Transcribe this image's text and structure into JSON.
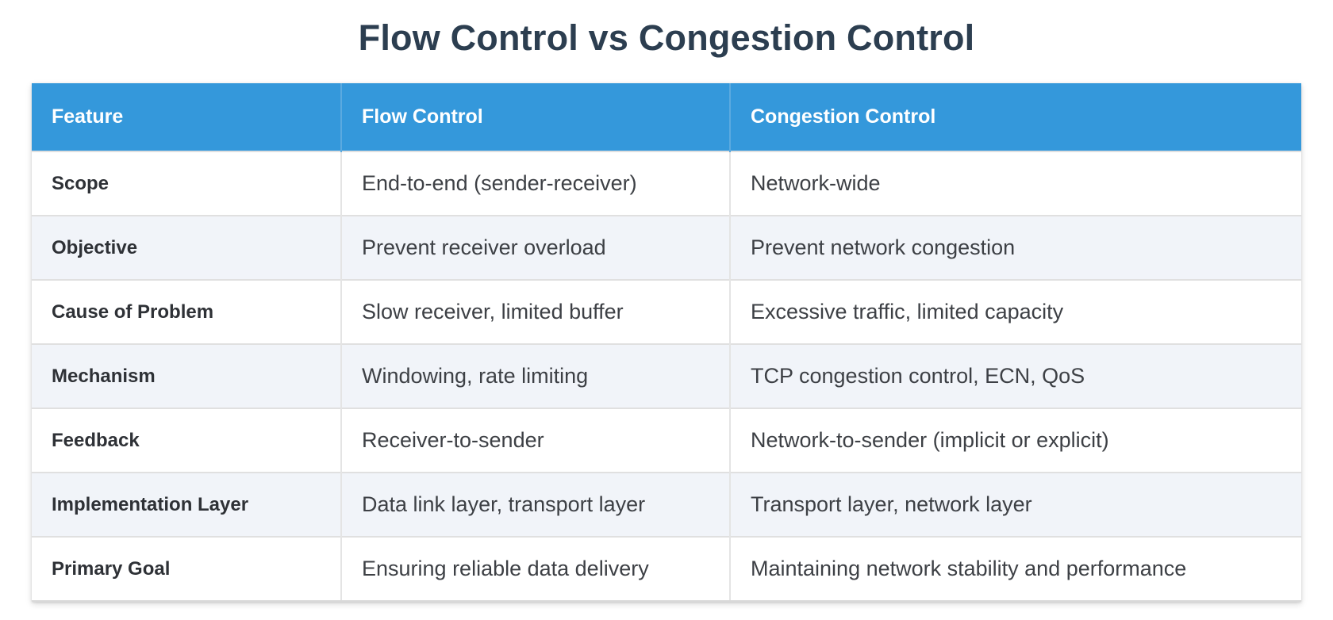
{
  "page_title": "Flow Control vs Congestion Control",
  "colors": {
    "header_background": "#3498db",
    "header_divider": "#5baae0",
    "header_text": "#ffffff",
    "title_text": "#2c3e50",
    "body_text": "#3d4045",
    "feature_column_text": "#2e3136",
    "row_stripe_background": "#f1f4f9",
    "row_default_background": "#ffffff",
    "grid_line": "#e0e0e0"
  },
  "chart_data": {
    "type": "table",
    "title": "Flow Control vs Congestion Control",
    "columns": [
      "Feature",
      "Flow Control",
      "Congestion Control"
    ],
    "rows": [
      [
        "Scope",
        "End-to-end (sender-receiver)",
        "Network-wide"
      ],
      [
        "Objective",
        "Prevent receiver overload",
        "Prevent network congestion"
      ],
      [
        "Cause of Problem",
        "Slow receiver, limited buffer",
        "Excessive traffic, limited capacity"
      ],
      [
        "Mechanism",
        "Windowing, rate limiting",
        "TCP congestion control, ECN, QoS"
      ],
      [
        "Feedback",
        "Receiver-to-sender",
        "Network-to-sender (implicit or explicit)"
      ],
      [
        "Implementation Layer",
        "Data link layer, transport layer",
        "Transport layer, network layer"
      ],
      [
        "Primary Goal",
        "Ensuring reliable data delivery",
        "Maintaining network stability and performance"
      ]
    ]
  }
}
